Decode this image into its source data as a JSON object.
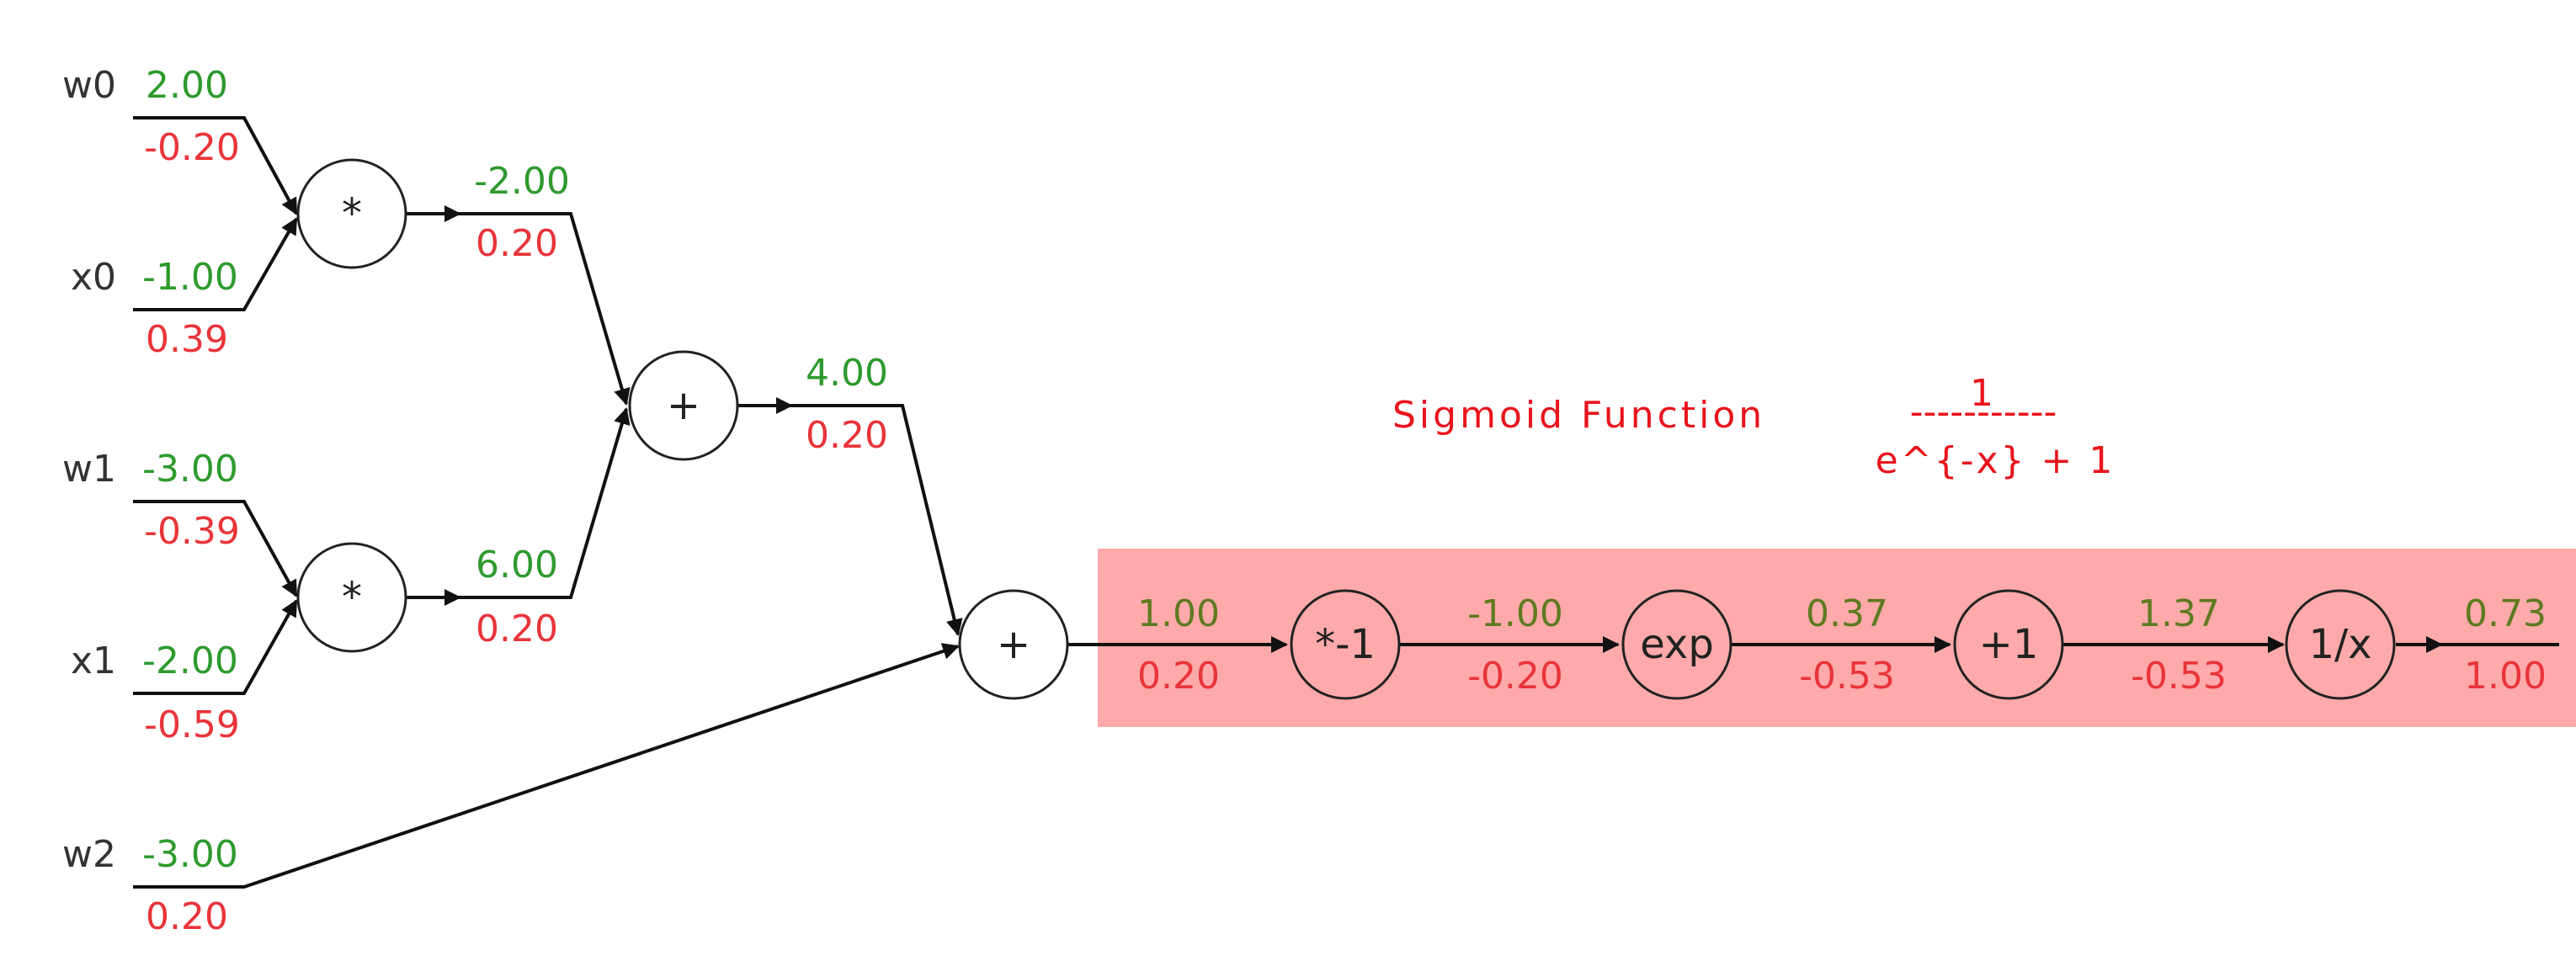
{
  "inputs": {
    "w0": {
      "name": "w0",
      "forward": "2.00",
      "gradient": "-0.20"
    },
    "x0": {
      "name": "x0",
      "forward": "-1.00",
      "gradient": "0.39"
    },
    "w1": {
      "name": "w1",
      "forward": "-3.00",
      "gradient": "-0.39"
    },
    "x1": {
      "name": "x1",
      "forward": "-2.00",
      "gradient": "-0.59"
    },
    "w2": {
      "name": "w2",
      "forward": "-3.00",
      "gradient": "0.20"
    }
  },
  "gates": {
    "mul0": {
      "op": "*"
    },
    "mul1": {
      "op": "*"
    },
    "add0": {
      "op": "+"
    },
    "add1": {
      "op": "+"
    },
    "neg": {
      "op": "*-1"
    },
    "exp": {
      "op": "exp"
    },
    "plus1": {
      "op": "+1"
    },
    "recip": {
      "op": "1/x"
    }
  },
  "edges": {
    "mul0_out": {
      "forward": "-2.00",
      "gradient": "0.20"
    },
    "mul1_out": {
      "forward": "6.00",
      "gradient": "0.20"
    },
    "add0_out": {
      "forward": "4.00",
      "gradient": "0.20"
    },
    "add1_out": {
      "forward": "1.00",
      "gradient": "0.20"
    },
    "neg_out": {
      "forward": "-1.00",
      "gradient": "-0.20"
    },
    "exp_out": {
      "forward": "0.37",
      "gradient": "-0.53"
    },
    "plus1_out": {
      "forward": "1.37",
      "gradient": "-0.53"
    },
    "recip_out": {
      "forward": "0.73",
      "gradient": "1.00"
    }
  },
  "annotation": {
    "label": "Sigmoid Function",
    "numerator": "1",
    "fraction_bar": "-----------",
    "denominator": "e^{-x} + 1"
  },
  "colors": {
    "forward": "#2e9a2e",
    "forward_highlighted": "#5e7a20",
    "gradient": "#e8343a",
    "highlight_box": "#ffaaaa",
    "annotation": "#e8141c"
  }
}
